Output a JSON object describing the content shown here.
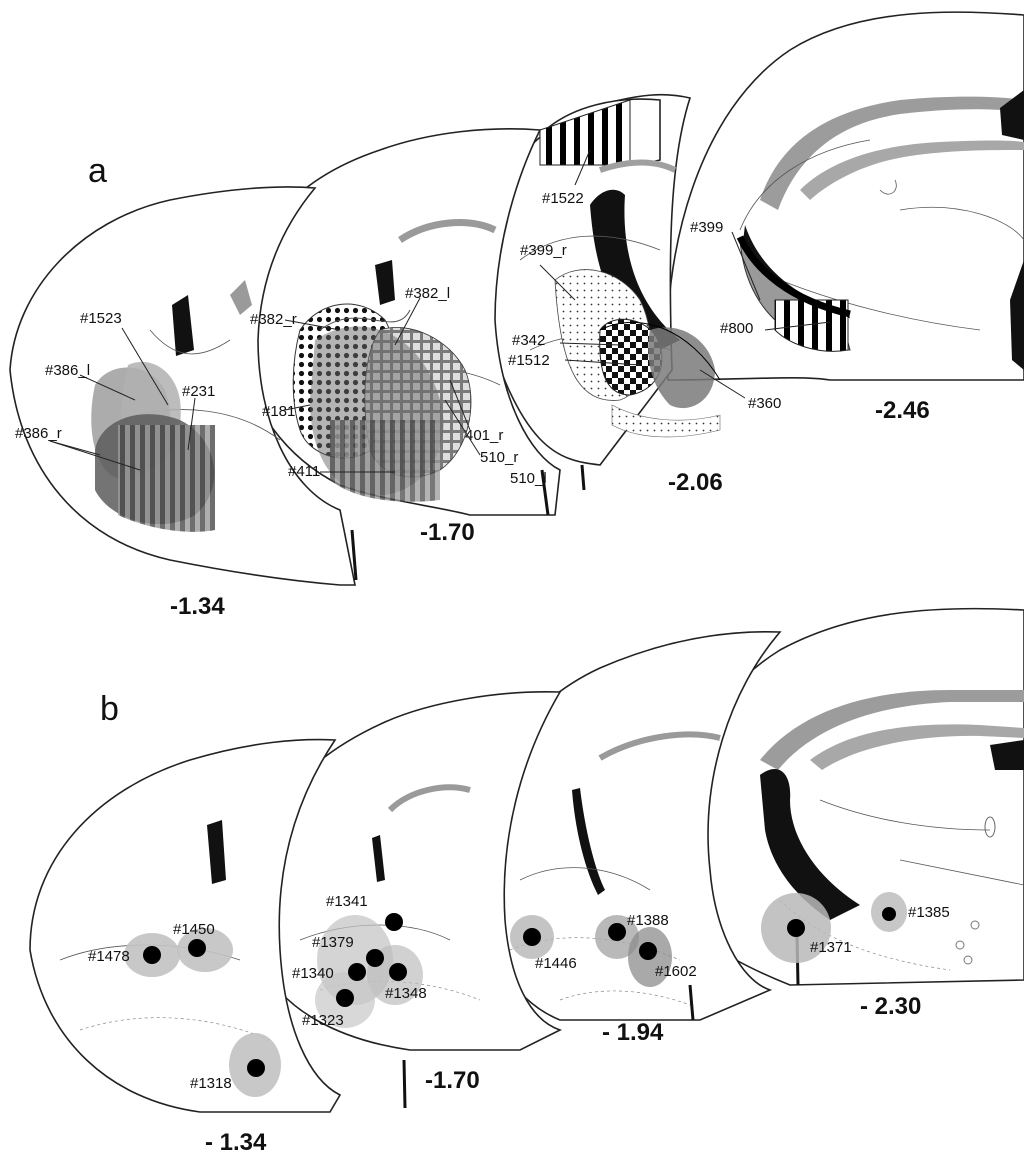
{
  "panels": {
    "a": {
      "label": "a",
      "sections": [
        "-1.34",
        "-1.70",
        "-2.06",
        "-2.46"
      ],
      "lesions": [
        "#1523",
        "#386_l",
        "#231",
        "#386_r",
        "#382_r",
        "#382_l",
        "#181",
        "#411",
        "401_r",
        "510_r",
        "510_l",
        "#1522",
        "#399_r",
        "#342",
        "#1512",
        "#360",
        "#399",
        "#800"
      ]
    },
    "b": {
      "label": "b",
      "sections": [
        "- 1.34",
        "-1.70",
        "- 1.94",
        "- 2.30"
      ],
      "sites": [
        "#1478",
        "#1450",
        "#1318",
        "#1341",
        "#1379",
        "#1340",
        "#1348",
        "#1323",
        "#1388",
        "#1446",
        "#1602",
        "#1385",
        "#1371"
      ]
    }
  },
  "colors": {
    "outline": "#222222",
    "lesion_dark": "#5a5a5a",
    "lesion_mid": "#8c8c8c",
    "lesion_light": "#b4b4b4",
    "site_dot": "#000000",
    "site_halo": "#bdbdbd"
  }
}
